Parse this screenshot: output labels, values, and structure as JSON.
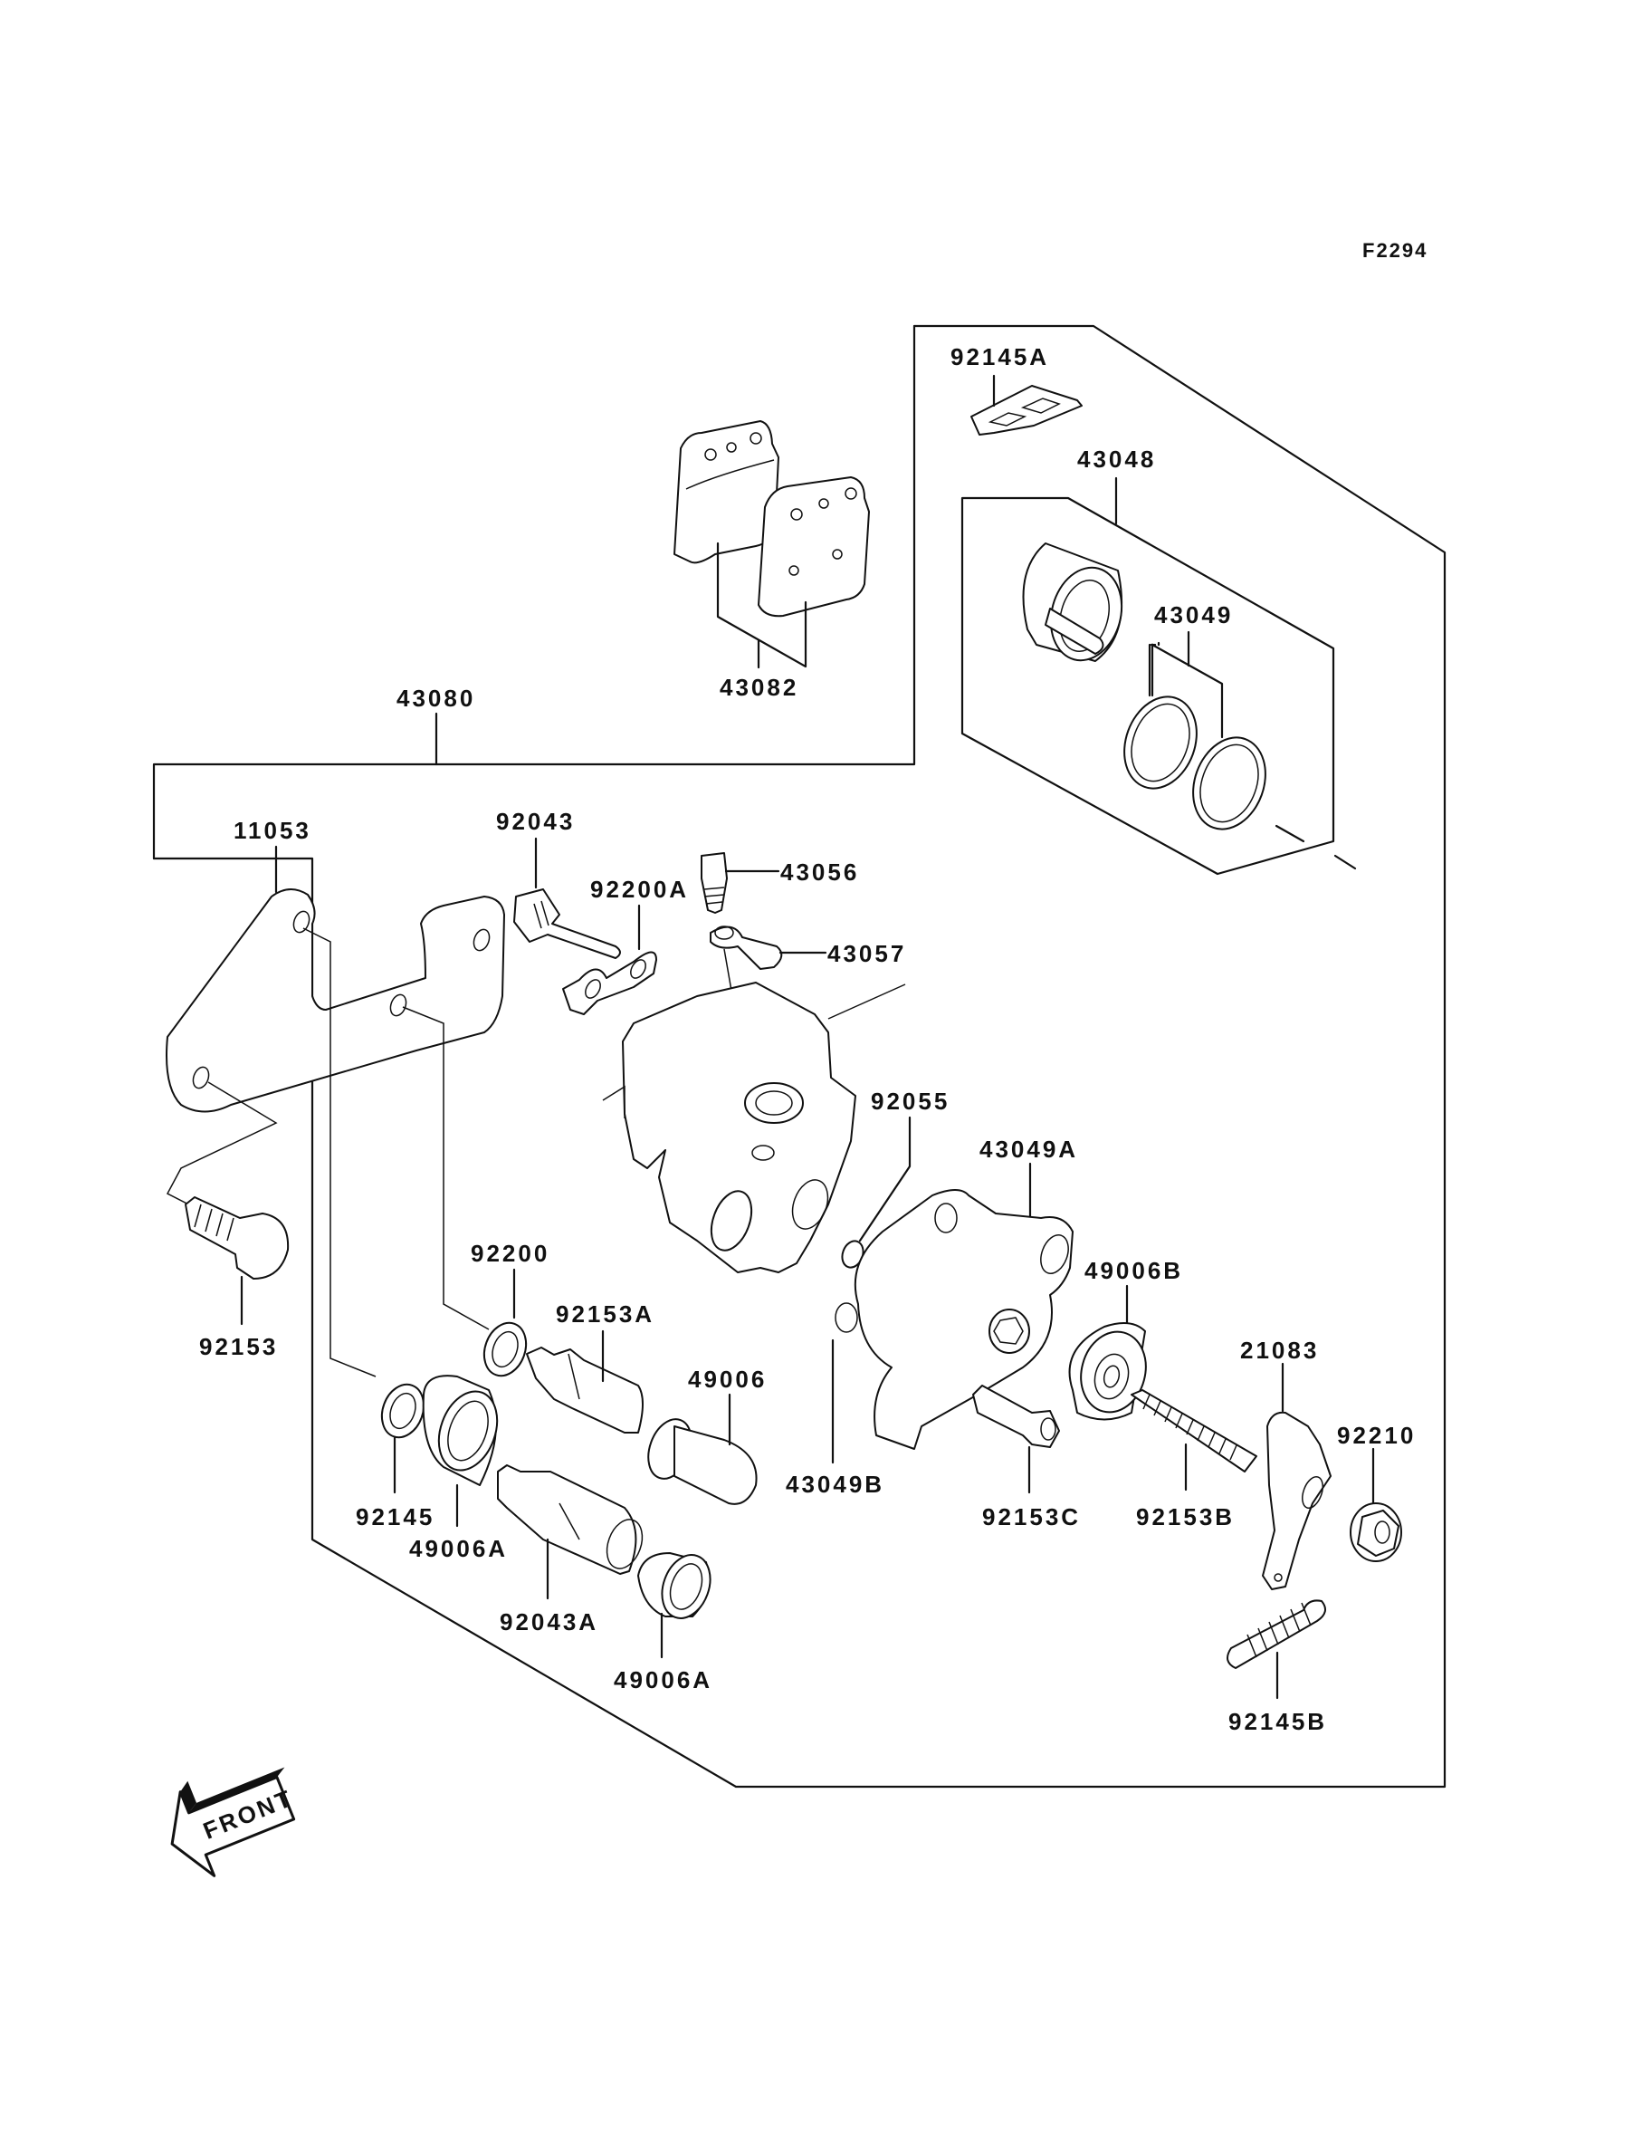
{
  "diagram": {
    "reference_code": "F2294",
    "front_indicator": "FRONT",
    "line_color": "#111111",
    "background": "#ffffff"
  },
  "parts": {
    "p92145A": "92145A",
    "p43048": "43048",
    "p43049": "43049",
    "p43082": "43082",
    "p43080": "43080",
    "p11053": "11053",
    "p92043": "92043",
    "p92200A": "92200A",
    "p43056": "43056",
    "p43057": "43057",
    "p92055": "92055",
    "p43049A": "43049A",
    "p49006B": "49006B",
    "p21083": "21083",
    "p92210": "92210",
    "p92153": "92153",
    "p92200": "92200",
    "p92153A": "92153A",
    "p49006": "49006",
    "p43049B": "43049B",
    "p92153C": "92153C",
    "p92153B": "92153B",
    "p92145": "92145",
    "p49006A_1": "49006A",
    "p92043A": "92043A",
    "p49006A_2": "49006A",
    "p92145B": "92145B"
  }
}
